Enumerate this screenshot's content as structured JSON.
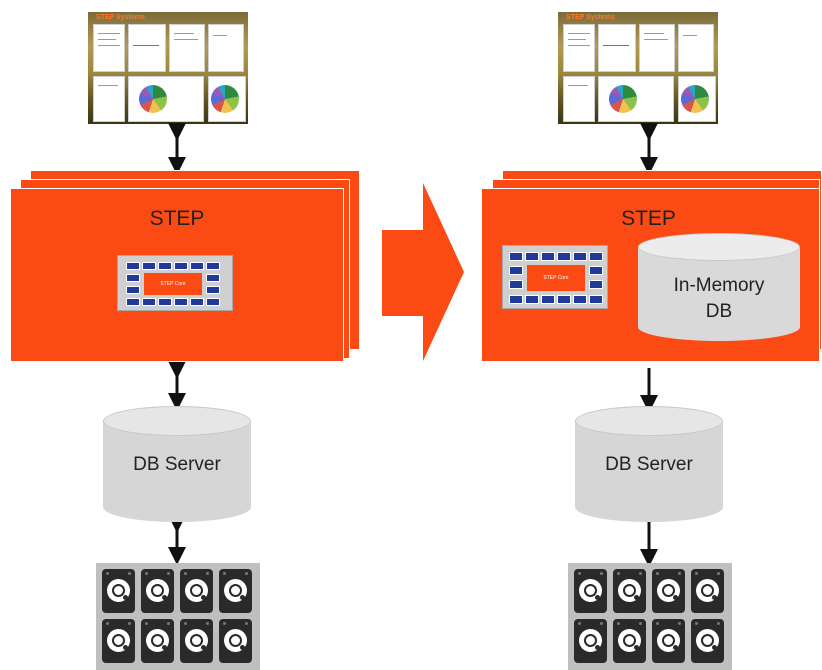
{
  "left": {
    "step_title": "STEP",
    "db_label": "DB Server"
  },
  "right": {
    "step_title": "STEP",
    "inmemory_label_line1": "In-Memory",
    "inmemory_label_line2": "DB",
    "db_label": "DB Server"
  },
  "thumbnail": {
    "logo_text": "STEP Systems"
  },
  "core": {
    "label": "STEP Core"
  },
  "colors": {
    "step_orange": "#fc4a14",
    "core_blue": "#1f3a9a",
    "cylinder_gray": "#d6d6d6",
    "drive_dark": "#2a2a2a"
  }
}
